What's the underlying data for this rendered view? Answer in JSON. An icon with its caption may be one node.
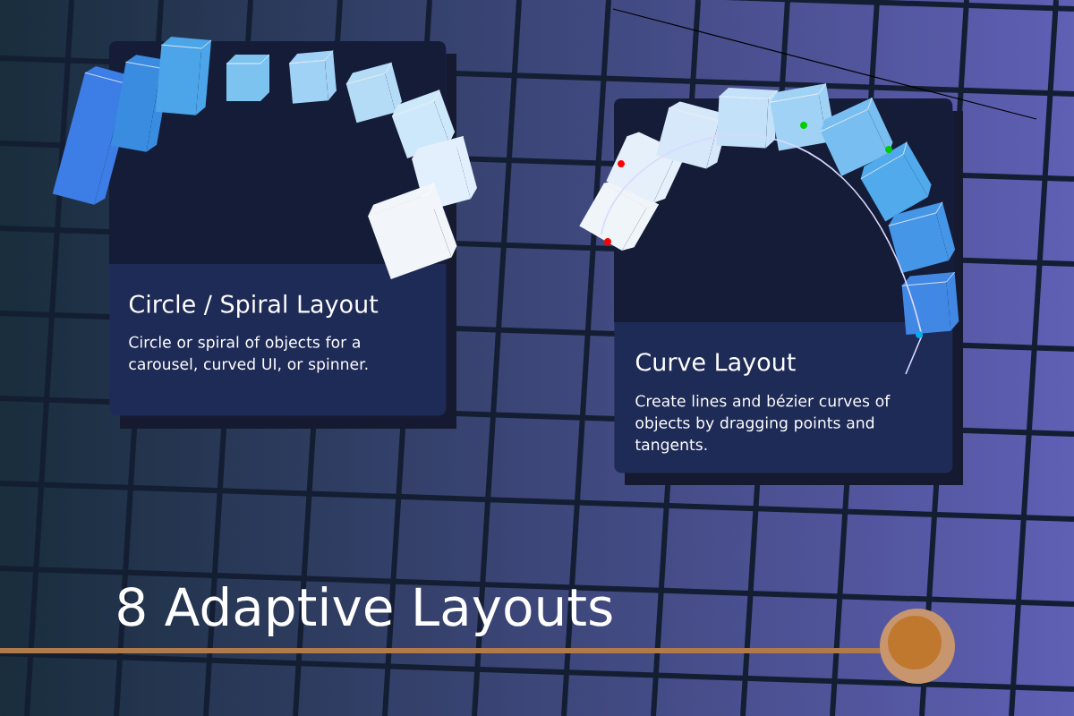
{
  "diagram": {
    "title": "8 Adaptive Layouts",
    "nodes": [
      {
        "text": [
          "Circle / Spiral Layout",
          "Circle or spiral of objects for a carousel, curved UI, or spinner."
        ]
      },
      {
        "text": [
          "Curve Layout",
          "Create lines and bézier curves of objects by dragging points and tangents."
        ]
      }
    ]
  }
}
